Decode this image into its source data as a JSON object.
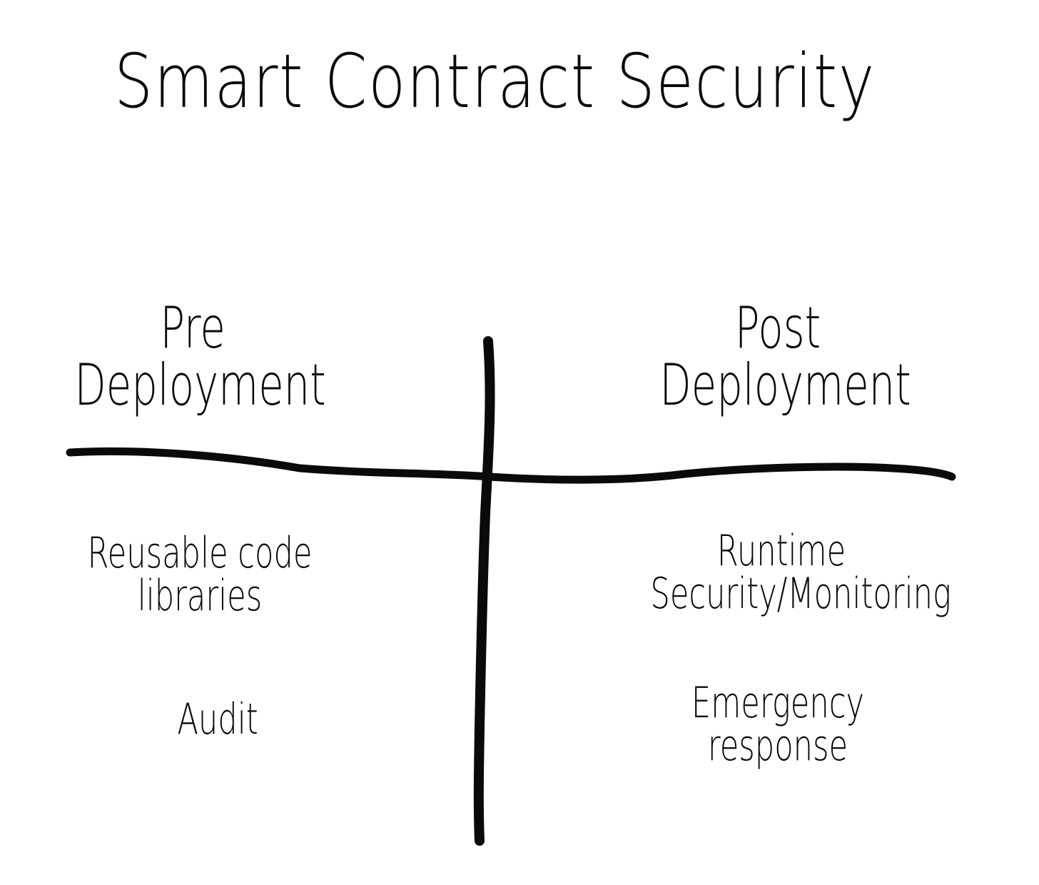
{
  "title": "Smart Contract Security",
  "left_column": {
    "heading_line1": "Pre",
    "heading_line2": "Deployment",
    "items": [
      {
        "line1": "Reusable code",
        "line2": "libraries"
      },
      {
        "line1": "Audit",
        "line2": ""
      }
    ]
  },
  "right_column": {
    "heading_line1": "Post",
    "heading_line2": "Deployment",
    "items": [
      {
        "line1": "Runtime",
        "line2": "Security/Monitoring"
      },
      {
        "line1": "Emergency",
        "line2": "response"
      }
    ]
  },
  "colors": {
    "ink": "#0a0a0a",
    "background": "#ffffff"
  }
}
